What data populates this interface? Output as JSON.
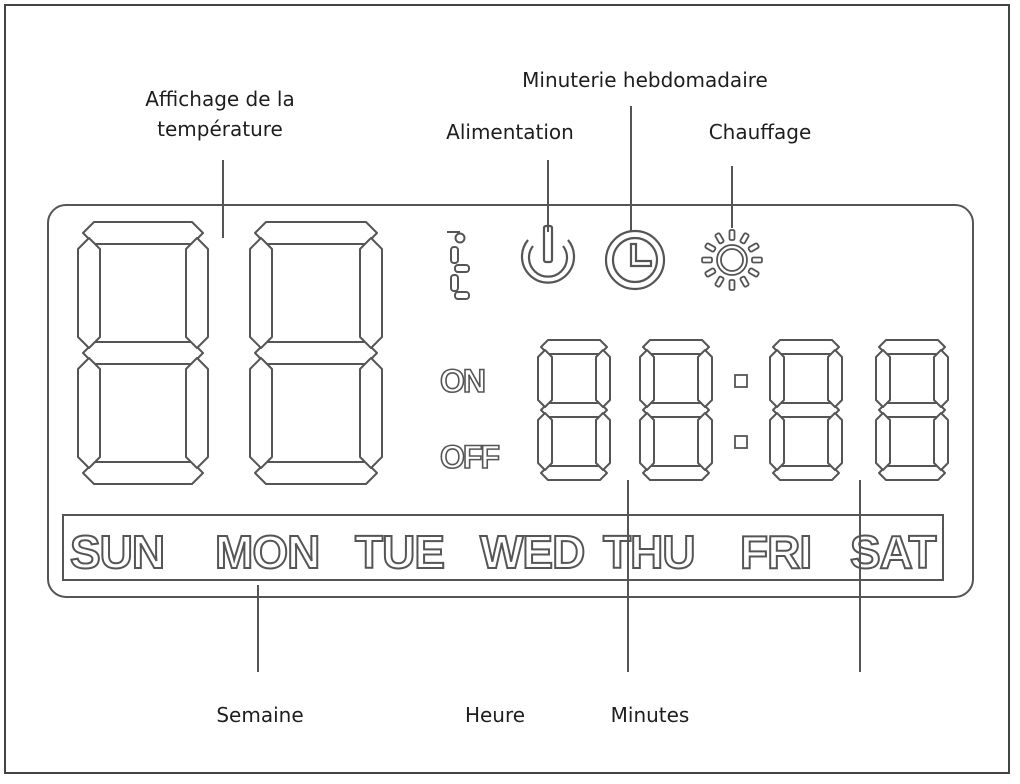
{
  "labels": {
    "temperature_display_line1": "Affichage de la",
    "temperature_display_line2": "température",
    "weekly_timer": "Minuterie hebdomadaire",
    "power": "Alimentation",
    "heating": "Chauffage",
    "week": "Semaine",
    "hour": "Heure",
    "minutes": "Minutes"
  },
  "display": {
    "on_label": "ON",
    "off_label": "OFF",
    "days": [
      "SUN",
      "MON",
      "TUE",
      "WED",
      "THU",
      "FRI",
      "SAT"
    ]
  },
  "icons": [
    "thermometer-icon",
    "power-icon",
    "clock-icon",
    "sun-icon"
  ],
  "colors": {
    "line": "#555555",
    "text": "#1e1e1e",
    "background": "#ffffff"
  }
}
